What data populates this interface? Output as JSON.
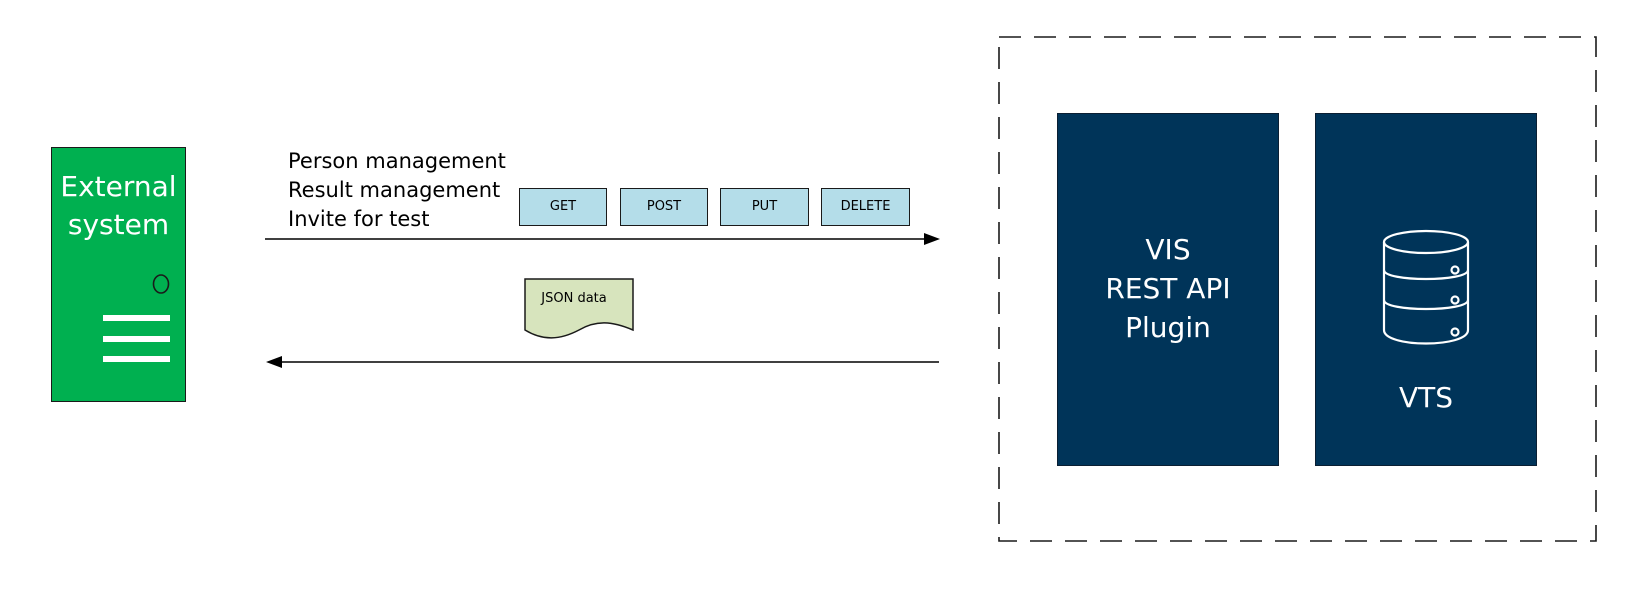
{
  "external_system": {
    "label_line1": "External",
    "label_line2": "system"
  },
  "requests": {
    "lines": [
      "Person management",
      "Result management",
      "Invite for test"
    ],
    "methods": [
      "GET",
      "POST",
      "PUT",
      "DELETE"
    ]
  },
  "response": {
    "label": "JSON data"
  },
  "vis_panel": {
    "line1": "VIS",
    "line2": "REST API",
    "line3": "Plugin"
  },
  "vts_panel": {
    "label": "VTS"
  },
  "colors": {
    "external": "#00b050",
    "method_fill": "#b4dde9",
    "json_fill": "#d7e4bd",
    "panel": "#003459"
  }
}
